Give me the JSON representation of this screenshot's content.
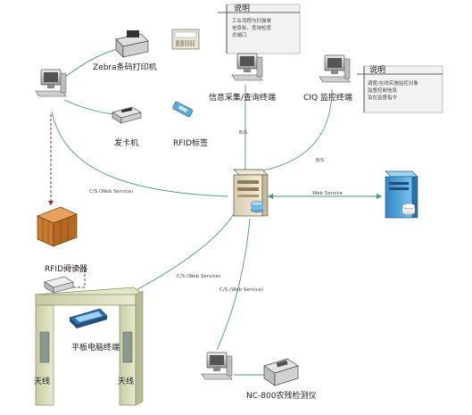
{
  "labels": {
    "note1_title": "说明",
    "note1_line1": "工业流程与扫描单",
    "note1_line2": "信息标，查询检查",
    "note1_line3": "总端口",
    "zebra_printer": "Zebra条码打印机",
    "info_terminal": "信息采集/查询终端",
    "ciq_terminal": "CIQ 监控终端",
    "note2_title": "说明",
    "note2_line1": "调度/在线实施监控对象",
    "note2_line2": "监督控制信息",
    "note2_line3": "及在监督指令",
    "card_issuer": "发卡机",
    "rfid_tag": "RFID标签",
    "bs_1": "B/S",
    "bs_2": "B/S",
    "cs_web_left": "C/S (Web Service)",
    "web_service_right": "Web Service",
    "cs_web_mid": "C/S (Web Service)",
    "cs_web_low": "C/S (Web Service)",
    "rfid_reader": "RFID阅读器",
    "tablet_terminal": "平板电脑终端",
    "antenna_left": "天线",
    "antenna_right": "天线",
    "nc_detector": "NC-800农残检测仪"
  },
  "icons": {
    "pc_left": "desktop-computer-icon",
    "printer": "label-printer-icon",
    "barcode": "barcode-label-icon",
    "pc_info": "desktop-computer-icon",
    "pc_ciq": "desktop-computer-icon",
    "card_issuer": "card-scanner-icon",
    "rfid_tag": "rfid-tag-icon",
    "server_center": "server-icon",
    "server_right": "database-server-icon",
    "rfid_reader_box": "wooden-crate-icon",
    "reader_device": "rfid-reader-device-icon",
    "tablet": "tablet-terminal-icon",
    "pc_bottom": "desktop-computer-icon",
    "detector": "pesticide-detector-icon"
  },
  "colors": {
    "connector": "#4a9a72",
    "dashed": "#9a2b2b",
    "note_bg": "#f2f2f2",
    "gate": "#d8dcb8",
    "server_right": "#4aa3d8"
  }
}
